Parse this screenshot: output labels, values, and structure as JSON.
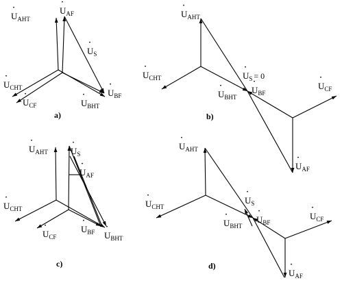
{
  "panels": [
    {
      "id": "a",
      "caption": "a)",
      "labels": [
        {
          "letter": "U",
          "sub": "AHT"
        },
        {
          "letter": "U",
          "sub": "AF"
        },
        {
          "letter": "U",
          "sub": "S"
        },
        {
          "letter": "U",
          "sub": "CHT"
        },
        {
          "letter": "U",
          "sub": "CF"
        },
        {
          "letter": "U",
          "sub": "BF"
        },
        {
          "letter": "U",
          "sub": "BHT"
        }
      ]
    },
    {
      "id": "b",
      "caption": "b)",
      "labels": [
        {
          "letter": "U",
          "sub": "AHT"
        },
        {
          "letter": "U",
          "sub": "CHT"
        },
        {
          "letter": "U",
          "sub": "S",
          "suffix": "= 0"
        },
        {
          "letter": "U",
          "sub": "BHT"
        },
        {
          "letter": "U",
          "sub": "BF"
        },
        {
          "letter": "U",
          "sub": "CF"
        },
        {
          "letter": "U",
          "sub": "AF"
        }
      ]
    },
    {
      "id": "c",
      "caption": "c)",
      "labels": [
        {
          "letter": "U",
          "sub": "AHT"
        },
        {
          "letter": "U",
          "sub": "S"
        },
        {
          "letter": "U",
          "sub": "AF"
        },
        {
          "letter": "U",
          "sub": "CHT"
        },
        {
          "letter": "U",
          "sub": "CF"
        },
        {
          "letter": "U",
          "sub": "BF"
        },
        {
          "letter": "U",
          "sub": "BHT"
        }
      ]
    },
    {
      "id": "d",
      "caption": "d)",
      "labels": [
        {
          "letter": "U",
          "sub": "AHT"
        },
        {
          "letter": "U",
          "sub": "CHT"
        },
        {
          "letter": "U",
          "sub": "S"
        },
        {
          "letter": "U",
          "sub": "BHT"
        },
        {
          "letter": "U",
          "sub": "BF"
        },
        {
          "letter": "U",
          "sub": "CF"
        },
        {
          "letter": "U",
          "sub": "AF"
        }
      ]
    }
  ]
}
